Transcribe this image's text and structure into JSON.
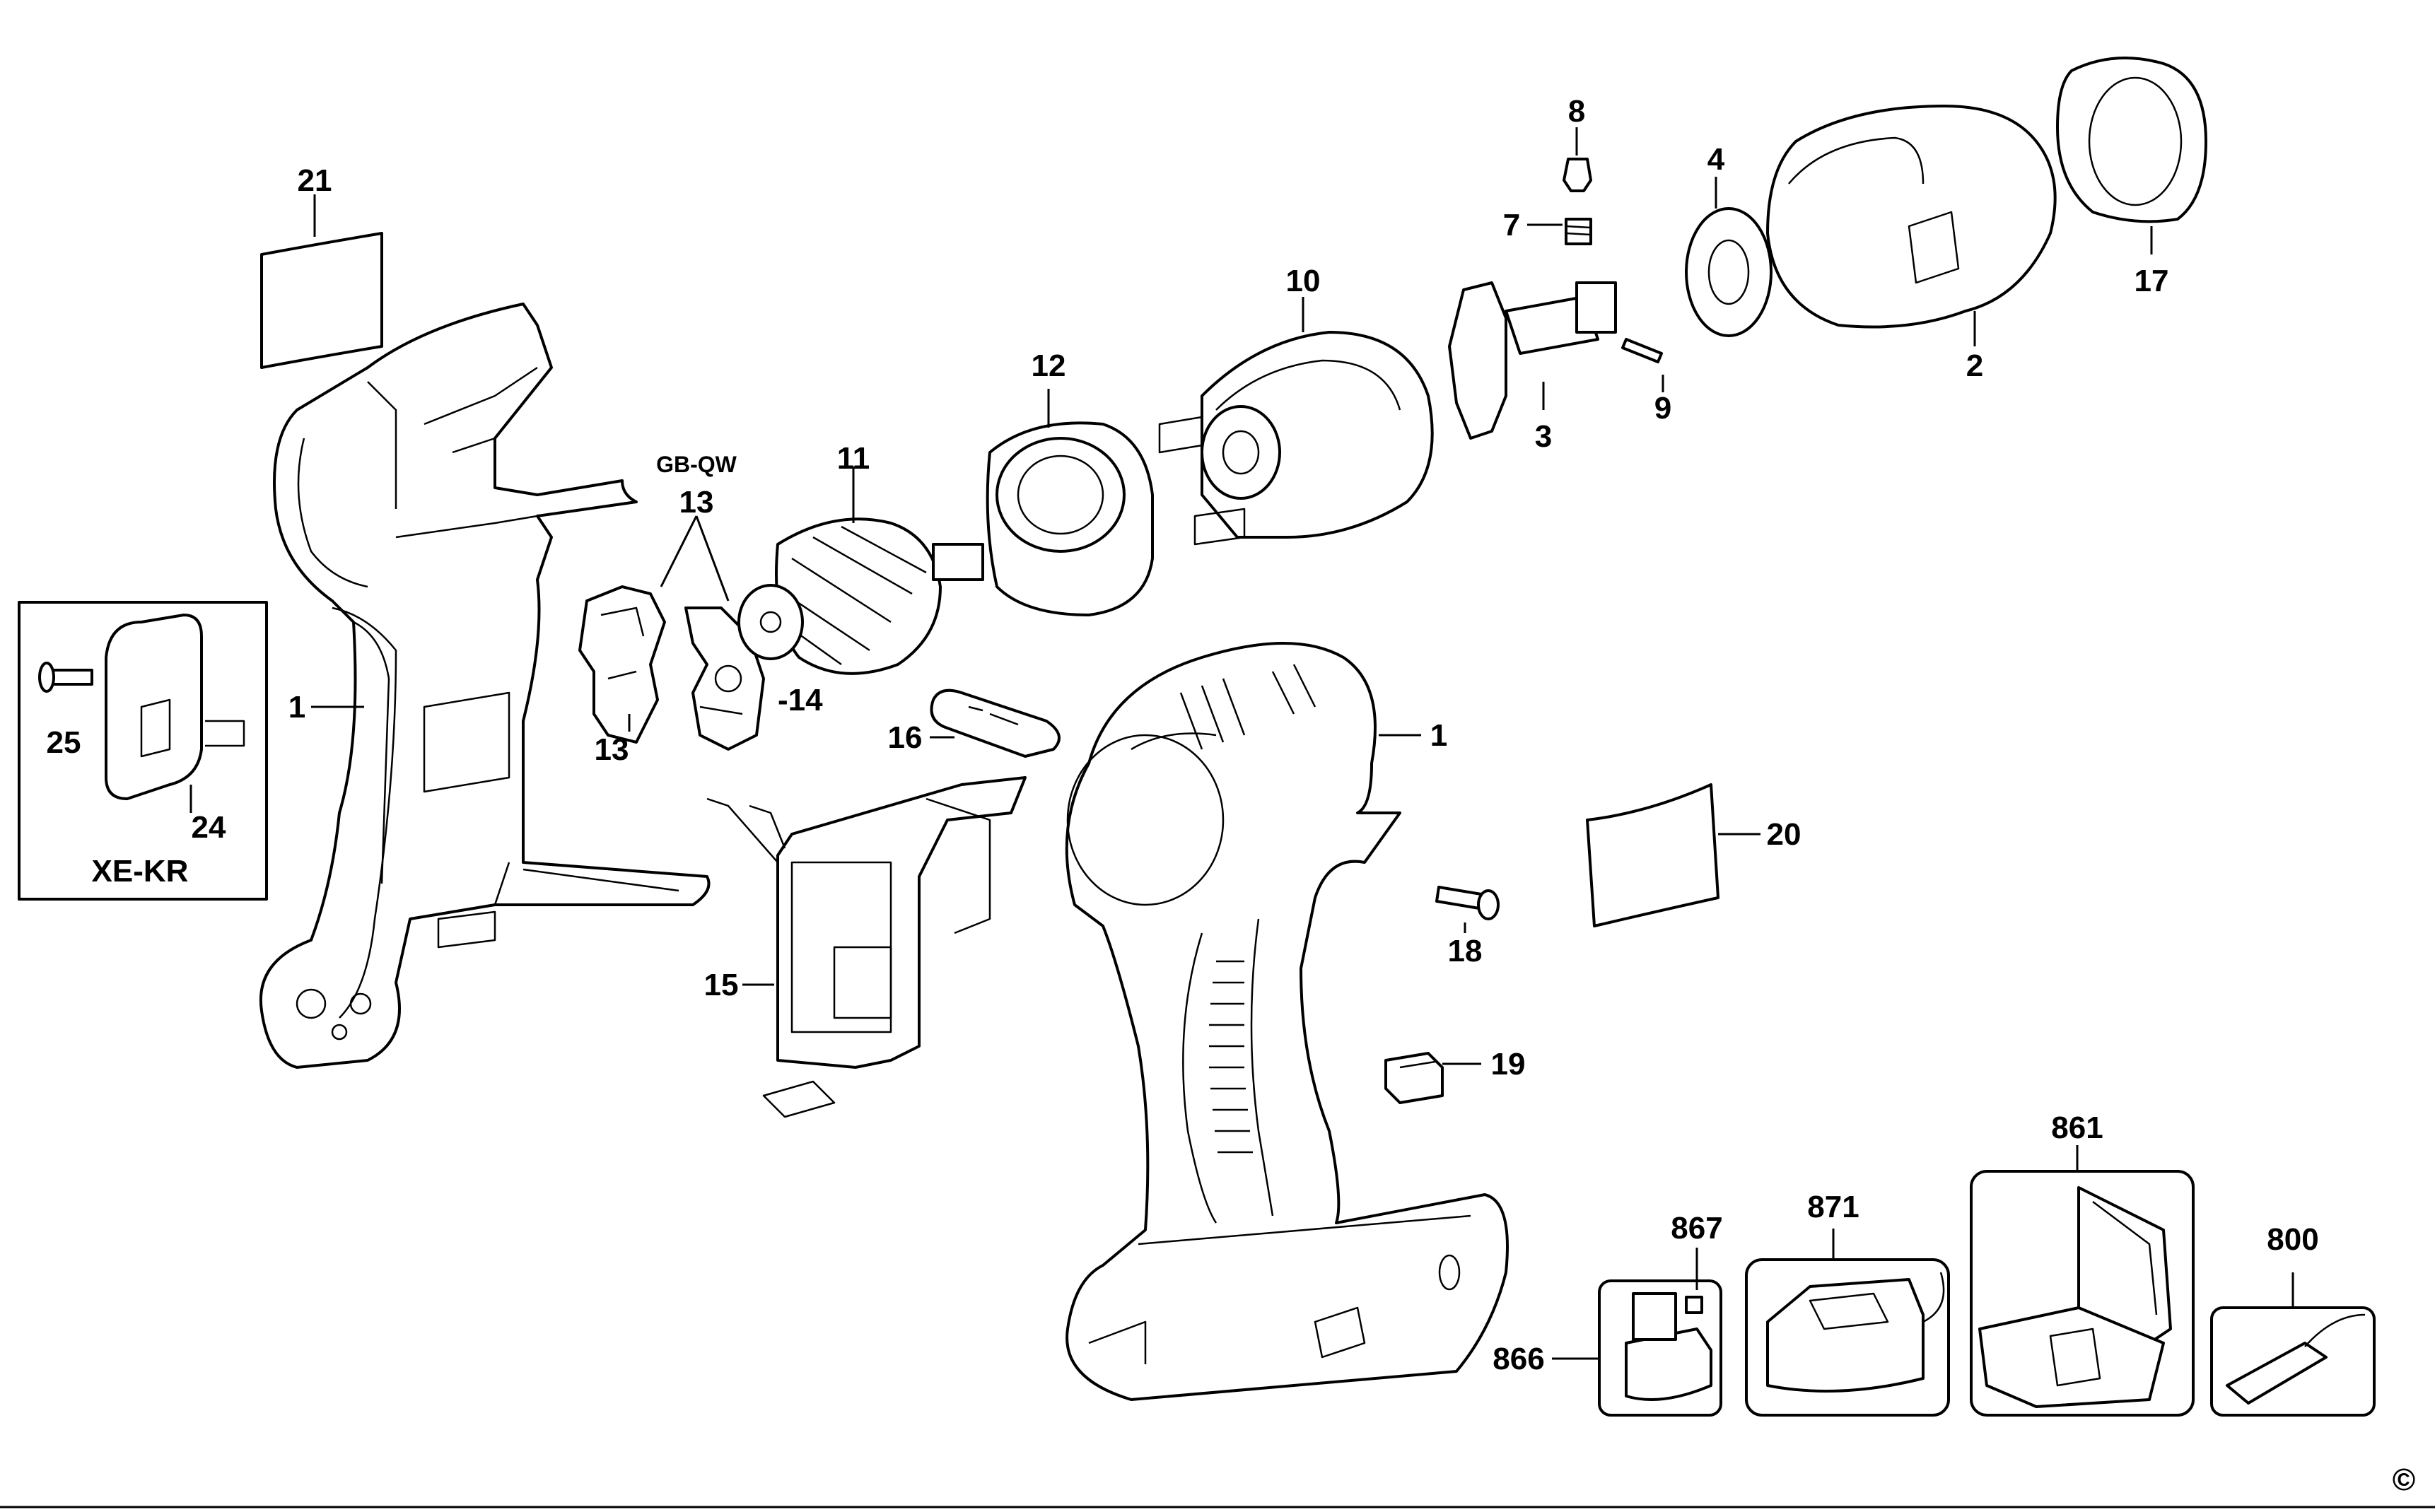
{
  "labels": {
    "l1a": "1",
    "l1b": "1",
    "l2": "2",
    "l3": "3",
    "l4": "4",
    "l7": "7",
    "l8": "8",
    "l9": "9",
    "l10": "10",
    "l11": "11",
    "l12": "12",
    "l13a": "13",
    "l13b": "13",
    "l14": "-14",
    "l15": "15",
    "l16": "16",
    "l17": "17",
    "l18": "18",
    "l19": "19",
    "l20": "20",
    "l21": "21",
    "l24": "24",
    "l25": "25",
    "l800": "800",
    "l861": "861",
    "l866": "866",
    "l867": "867",
    "l871": "871"
  },
  "variants": {
    "gb_qw": "GB-QW",
    "xe_kr": "XE-KR"
  },
  "copyright": "©"
}
